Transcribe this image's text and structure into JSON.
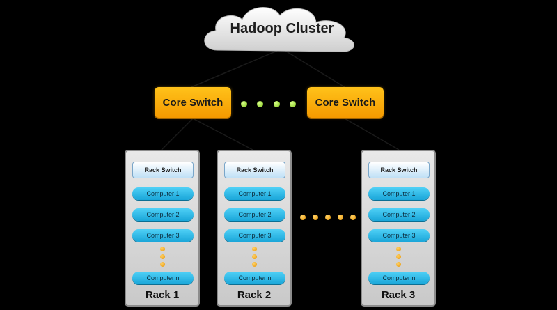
{
  "cloud": {
    "label": "Hadoop Cluster"
  },
  "core_switches": [
    {
      "label": "Core Switch"
    },
    {
      "label": "Core Switch"
    }
  ],
  "racks": [
    {
      "label": "Rack 1",
      "switch": "Rack Switch",
      "computers": [
        "Computer 1",
        "Computer 2",
        "Computer 3",
        "Computer n"
      ]
    },
    {
      "label": "Rack 2",
      "switch": "Rack Switch",
      "computers": [
        "Computer 1",
        "Computer 2",
        "Computer 3",
        "Computer n"
      ]
    },
    {
      "label": "Rack 3",
      "switch": "Rack Switch",
      "computers": [
        "Computer 1",
        "Computer 2",
        "Computer 3",
        "Computer n"
      ]
    }
  ],
  "colors": {
    "background": "#000000",
    "core_switch": "#f5a800",
    "computer": "#29b8e8",
    "rack": "#d6d6d6",
    "dots_core": "#8fd12a",
    "dots_rack": "#f0a000"
  }
}
